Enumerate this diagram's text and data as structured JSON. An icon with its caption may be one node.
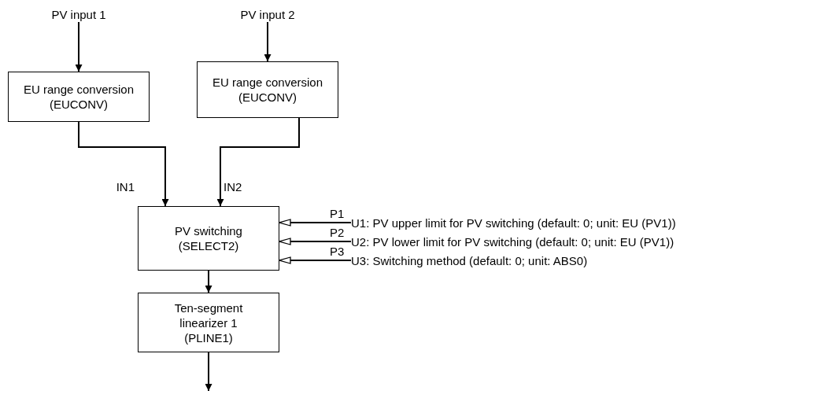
{
  "diagram": {
    "nodes": [
      {
        "text": [
          "PV input 1"
        ]
      },
      {
        "text": [
          "PV input 2"
        ]
      },
      {
        "text": [
          "EU range conversion (EUCONV)"
        ]
      },
      {
        "text": [
          "EU range conversion (EUCONV)"
        ]
      },
      {
        "text": [
          "PV switching (SELECT2)"
        ]
      },
      {
        "text": [
          "Ten-segment linearizer 1 (PLINE1)"
        ]
      },
      {
        "text": [
          "U1: PV upper limit for PV switching (default: 0; unit: EU (PV1))"
        ]
      },
      {
        "text": [
          "U2: PV lower limit for PV switching (default: 0; unit: EU (PV1))"
        ]
      },
      {
        "text": [
          "U3: Switching method (default: 0; unit: ABS0)"
        ]
      }
    ],
    "edges": [
      {
        "from": 0,
        "to": 2,
        "arrow": "to"
      },
      {
        "from": 1,
        "to": 3,
        "arrow": "to"
      },
      {
        "from": 2,
        "to": 4,
        "arrow": "to",
        "label": "IN1"
      },
      {
        "from": 3,
        "to": 4,
        "arrow": "to",
        "label": "IN2"
      },
      {
        "from": 6,
        "to": 4,
        "arrow": "to",
        "label": "P1"
      },
      {
        "from": 7,
        "to": 4,
        "arrow": "to",
        "label": "P2"
      },
      {
        "from": 8,
        "to": 4,
        "arrow": "to",
        "label": "P3"
      },
      {
        "from": 4,
        "to": 5,
        "arrow": "to"
      },
      {
        "from": 5,
        "to": null,
        "arrow": "to"
      }
    ]
  }
}
